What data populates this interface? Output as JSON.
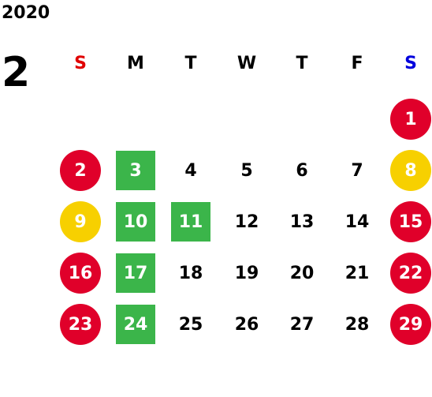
{
  "colors": {
    "red": "#e0002a",
    "yellow": "#f7d000",
    "green": "#3bb54a",
    "sunday_header": "#e00000",
    "saturday_header": "#0000dd"
  },
  "calendar": {
    "year": "2020",
    "month": "2",
    "weekdays": [
      "S",
      "M",
      "T",
      "W",
      "T",
      "F",
      "S"
    ],
    "weeks": [
      [
        null,
        null,
        null,
        null,
        null,
        null,
        {
          "day": "1",
          "mark": "red"
        }
      ],
      [
        {
          "day": "2",
          "mark": "red"
        },
        {
          "day": "3",
          "mark": "green"
        },
        {
          "day": "4",
          "mark": ""
        },
        {
          "day": "5",
          "mark": ""
        },
        {
          "day": "6",
          "mark": ""
        },
        {
          "day": "7",
          "mark": ""
        },
        {
          "day": "8",
          "mark": "yellow"
        }
      ],
      [
        {
          "day": "9",
          "mark": "yellow"
        },
        {
          "day": "10",
          "mark": "green"
        },
        {
          "day": "11",
          "mark": "green"
        },
        {
          "day": "12",
          "mark": ""
        },
        {
          "day": "13",
          "mark": ""
        },
        {
          "day": "14",
          "mark": ""
        },
        {
          "day": "15",
          "mark": "red"
        }
      ],
      [
        {
          "day": "16",
          "mark": "red"
        },
        {
          "day": "17",
          "mark": "green"
        },
        {
          "day": "18",
          "mark": ""
        },
        {
          "day": "19",
          "mark": ""
        },
        {
          "day": "20",
          "mark": ""
        },
        {
          "day": "21",
          "mark": ""
        },
        {
          "day": "22",
          "mark": "red"
        }
      ],
      [
        {
          "day": "23",
          "mark": "red"
        },
        {
          "day": "24",
          "mark": "green"
        },
        {
          "day": "25",
          "mark": ""
        },
        {
          "day": "26",
          "mark": ""
        },
        {
          "day": "27",
          "mark": ""
        },
        {
          "day": "28",
          "mark": ""
        },
        {
          "day": "29",
          "mark": "red"
        }
      ]
    ]
  }
}
